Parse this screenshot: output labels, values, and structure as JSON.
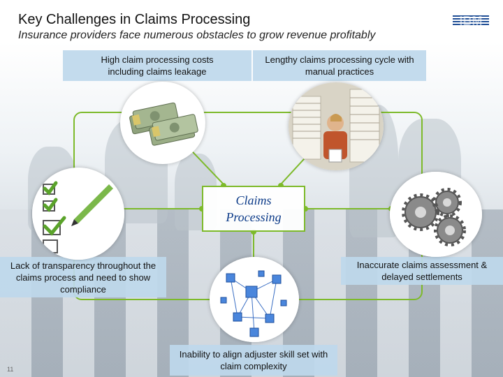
{
  "header": {
    "title": "Key Challenges in Claims Processing",
    "subtitle": "Insurance providers face numerous obstacles to grow revenue profitably",
    "logo_text": "IBM"
  },
  "challenges": {
    "top_left": "High claim processing costs including claims leakage",
    "top_right": "Lengthy claims processing cycle with manual practices",
    "left": "Lack of transparency throughout the claims process and need to show compliance",
    "right": "Inaccurate claims assessment & delayed settlements",
    "bottom": "Inability to align adjuster skill set with claim complexity"
  },
  "center": {
    "line1": "Claims",
    "line2": "Processing"
  },
  "icons": {
    "top_left": "money-stack-icon",
    "top_right": "paperwork-person-icon",
    "left": "checklist-icon",
    "right": "gears-icon",
    "bottom": "network-cubes-icon"
  },
  "colors": {
    "accent_green": "#7dba2a",
    "center_text": "#0b3a88",
    "box_fill": "#bed8ec"
  },
  "page_number": "11"
}
